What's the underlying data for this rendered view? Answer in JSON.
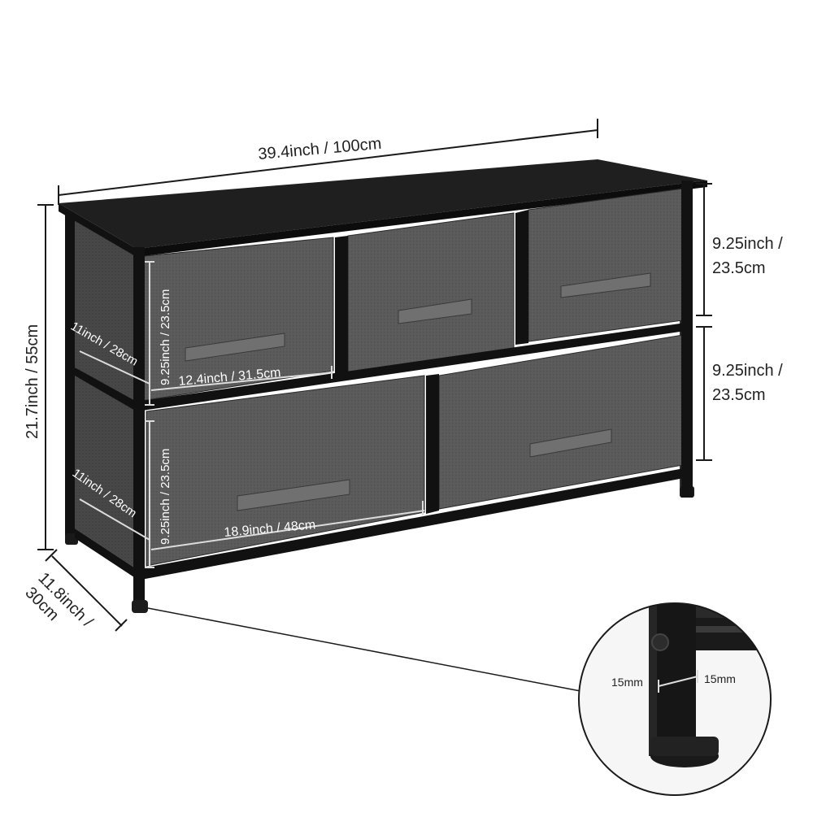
{
  "dimensions": {
    "total_width": "39.4inch / 100cm",
    "total_height": "21.7inch / 55cm",
    "depth": "11.8inch /",
    "depth_cm": "30cm",
    "right_upper_line1": "9.25inch /",
    "right_upper_line2": "23.5cm",
    "right_lower_line1": "9.25inch /",
    "right_lower_line2": "23.5cm"
  },
  "small_drawer": {
    "height": "9.25inch / 23.5cm",
    "depth": "11inch / 28cm",
    "width": "12.4inch / 31.5cm"
  },
  "large_drawer": {
    "height": "9.25inch / 23.5cm",
    "depth": "11inch / 28cm",
    "width": "18.9inch / 48cm"
  },
  "leg_detail": {
    "left_label": "15mm",
    "right_label": "15mm"
  },
  "colors": {
    "frame": "#111111",
    "top": "#1c1c1c",
    "fabric": "#5a5a5a",
    "fabric_dark": "#444444",
    "handle": "#6e6e6e",
    "dimension_line": "#1a1a1a",
    "inner_dimension_line": "#dcdcdc"
  }
}
